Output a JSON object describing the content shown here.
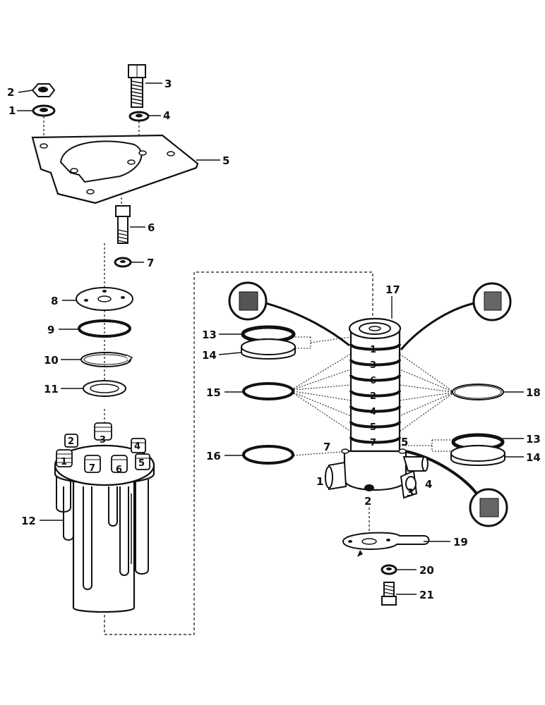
{
  "diagram": {
    "callouts": {
      "c2": "2",
      "c1": "1",
      "c3": "3",
      "c4": "4",
      "c5": "5",
      "c6": "6",
      "c7": "7",
      "c8": "8",
      "c9": "9",
      "c10": "10",
      "c11": "11",
      "c12": "12",
      "c17": "17",
      "c13a": "13",
      "c14a": "14",
      "c15": "15",
      "c16": "16",
      "c18": "18",
      "c13b": "13",
      "c14b": "14",
      "c19": "19",
      "c20": "20",
      "c21": "21"
    },
    "housing_port_numbers": [
      "1",
      "2",
      "3",
      "4",
      "5",
      "6",
      "7"
    ],
    "swivel_groove_numbers": [
      "1",
      "3",
      "6",
      "2",
      "4",
      "5",
      "7"
    ],
    "swivel_port_numbers": {
      "p1": "1",
      "p2": "2",
      "p3": "3",
      "p4": "4",
      "p5": "5",
      "p7": "7"
    }
  }
}
